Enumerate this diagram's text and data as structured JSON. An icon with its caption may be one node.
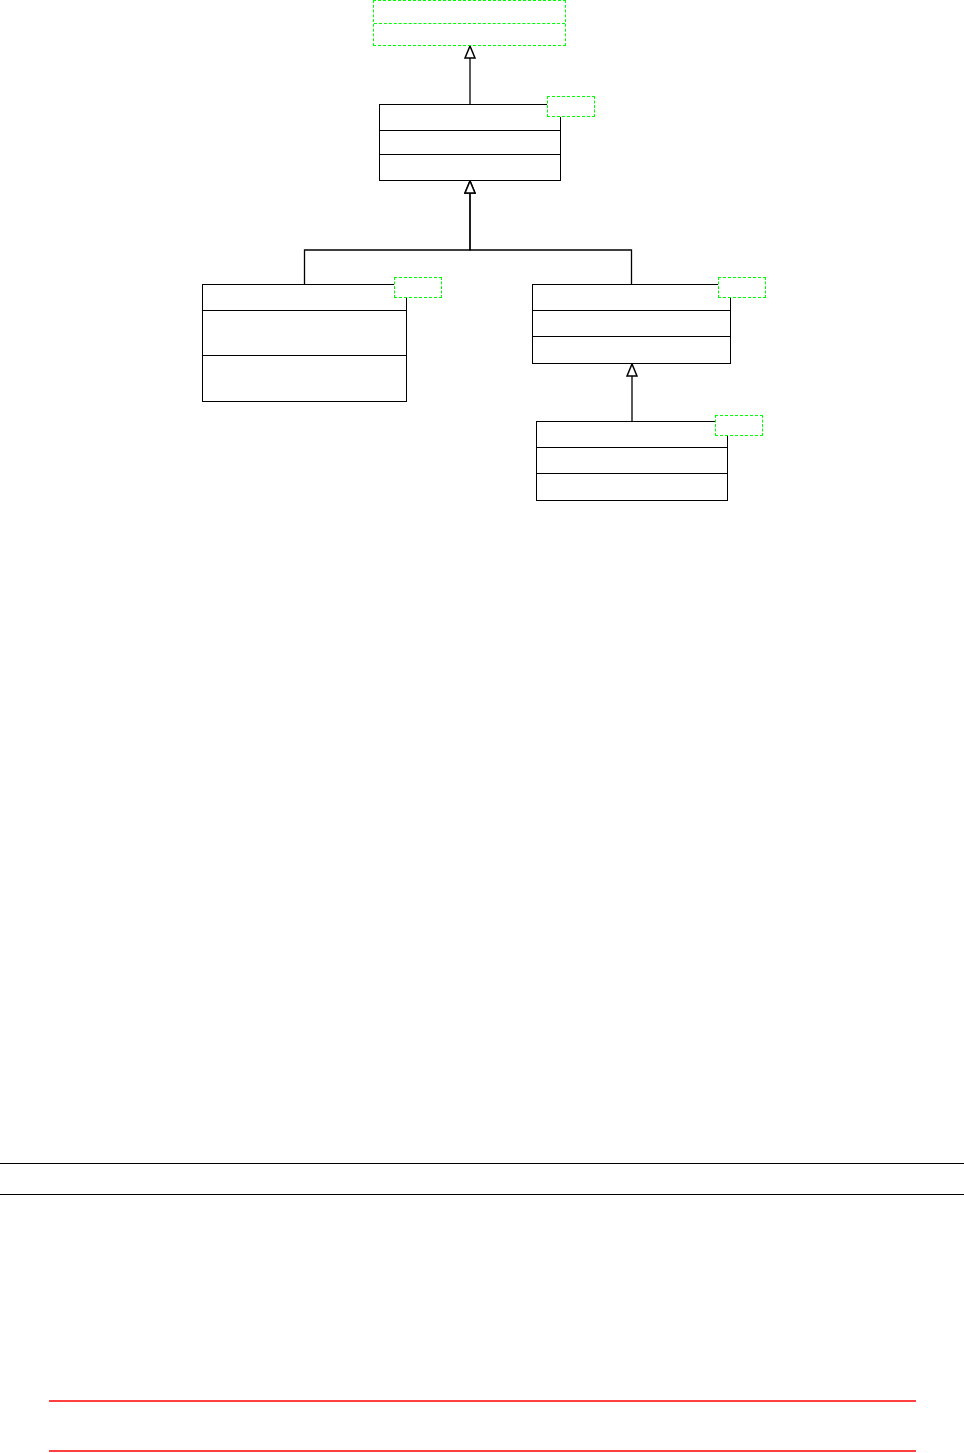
{
  "diagram": {
    "nodes": [
      {
        "text": [],
        "shape": "box"
      },
      {
        "text": [],
        "shape": "box"
      },
      {
        "text": [],
        "shape": "box"
      },
      {
        "text": [],
        "shape": "box"
      },
      {
        "text": [],
        "shape": "box"
      }
    ],
    "edges": [
      {
        "from": 1,
        "to": 0,
        "arrow": "to"
      },
      {
        "from": 2,
        "to": 1,
        "arrow": "to"
      },
      {
        "from": 3,
        "to": 1,
        "arrow": "to"
      },
      {
        "from": 4,
        "to": 3,
        "arrow": "to"
      }
    ]
  }
}
